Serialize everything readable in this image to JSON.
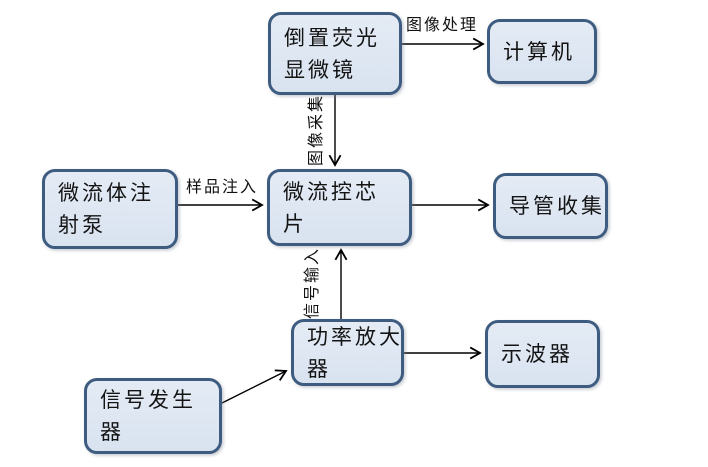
{
  "diagram": {
    "title_hint": "microfluidic experiment setup flowchart",
    "colors": {
      "background": "#ffffff",
      "box_fill": "#dbe5f1",
      "box_border": "#3e5c80",
      "arrow": "#000000",
      "text": "#141414"
    },
    "nodes": {
      "microscope": {
        "label": "倒置荧光显微镜",
        "lines": [
          "倒置荧光",
          "显微镜"
        ]
      },
      "computer": {
        "label": "计算机",
        "lines": [
          "计算机",
          ""
        ]
      },
      "pump": {
        "label": "微流体注射泵",
        "lines": [
          "微流体注",
          "射泵"
        ]
      },
      "chip": {
        "label": "微流控芯片",
        "lines": [
          "微流控芯",
          "片"
        ]
      },
      "collector": {
        "label": "导管收集",
        "lines": [
          "导管收集",
          ""
        ]
      },
      "amplifier": {
        "label": "功率放大器",
        "lines": [
          "功率放大",
          "器"
        ]
      },
      "oscilloscope": {
        "label": "示波器",
        "lines": [
          "示波器",
          ""
        ]
      },
      "generator": {
        "label": "信号发生器",
        "lines": [
          "信号发生",
          "器"
        ]
      }
    },
    "edge_labels": {
      "image_processing": "图像处理",
      "image_capture": "图像采集",
      "sample_injection": "样品注入",
      "signal_input": "信号输入"
    },
    "edges": [
      {
        "from": "microscope",
        "to": "computer",
        "label": "图像处理"
      },
      {
        "from": "microscope",
        "to": "chip",
        "label": "图像采集"
      },
      {
        "from": "pump",
        "to": "chip",
        "label": "样品注入"
      },
      {
        "from": "chip",
        "to": "collector",
        "label": ""
      },
      {
        "from": "amplifier",
        "to": "chip",
        "label": "信号输入"
      },
      {
        "from": "amplifier",
        "to": "oscilloscope",
        "label": ""
      },
      {
        "from": "generator",
        "to": "amplifier",
        "label": ""
      }
    ]
  }
}
